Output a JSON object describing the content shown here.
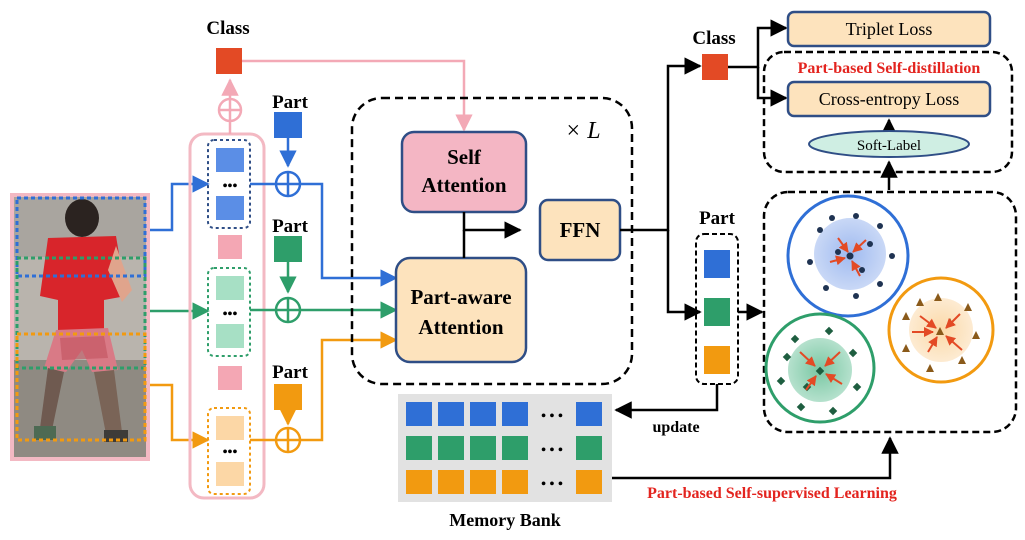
{
  "labels": {
    "class_left": "Class",
    "part_top": "Part",
    "part_mid": "Part",
    "part_bot": "Part",
    "times_l": "× L",
    "self_attention_1": "Self",
    "self_attention_2": "Attention",
    "ffn": "FFN",
    "part_aware_1": "Part-aware",
    "part_aware_2": "Attention",
    "class_right": "Class",
    "part_right": "Part",
    "triplet_loss": "Triplet Loss",
    "self_distillation": "Part-based Self-distillation",
    "cross_entropy_loss": "Cross-entropy Loss",
    "soft_label": "Soft-Label",
    "update": "update",
    "self_supervised": "Part-based Self-supervised Learning",
    "memory_bank": "Memory Bank",
    "ellipsis": "• • •",
    "ellipsis_vertical": "•••"
  },
  "colors": {
    "blue": "#2f6fd6",
    "green": "#2e9e6a",
    "orange": "#f29a10",
    "red": "#e34a25",
    "pink_panel": "#f3b9c3",
    "self_attn_fill": "#f4b6c4",
    "part_aware_fill": "#fde3bd",
    "loss_fill": "#fde3bd",
    "soft_label_fill": "#cfeee3",
    "memory_bg": "#e2e2e2",
    "highlight_red": "#e3241f"
  }
}
